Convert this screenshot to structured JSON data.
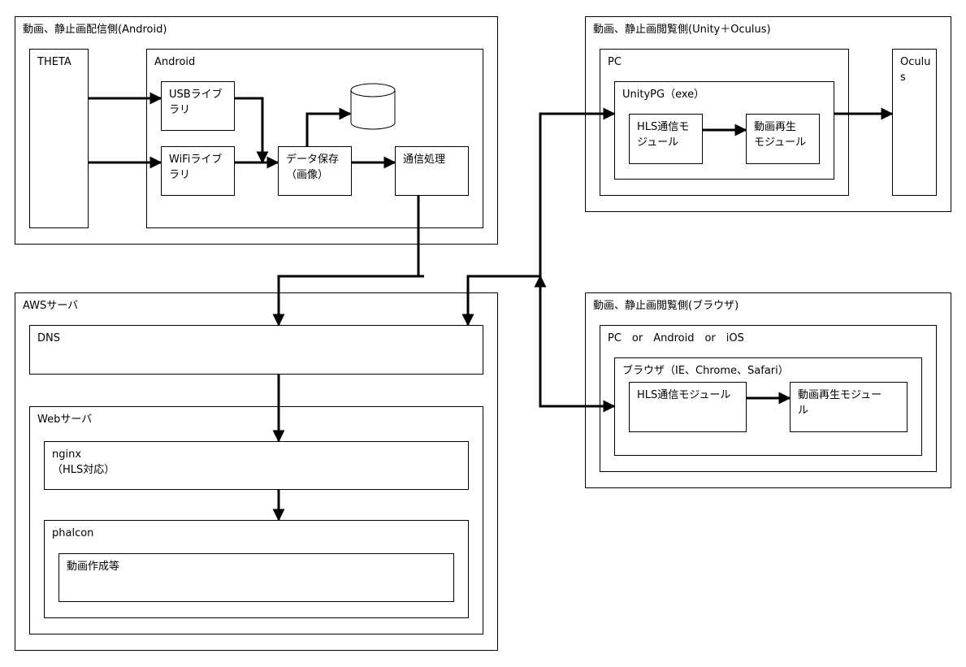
{
  "groups": {
    "android_side": {
      "title": "動画、静止画配信側(Android)",
      "theta": "THETA",
      "android": "Android",
      "usb_lib": "USBライブ\nラリ",
      "wifi_lib": "WiFiライブ\nラリ",
      "data_store": "データ保存\n（画像）",
      "comm": "通信処理"
    },
    "aws": {
      "title": "AWSサーバ",
      "dns": "DNS",
      "web": "Webサーバ",
      "nginx": "nginx\n（HLS対応）",
      "phalcon": "phalcon",
      "video_make": "動画作成等"
    },
    "unity_side": {
      "title": "動画、静止画閲覧側(Unity＋Oculus)",
      "pc": "PC",
      "unitypg": "UnityPG（exe）",
      "hls": "HLS通信モ\nジュール",
      "player": "動画再生\nモジュール",
      "oculus": "Oculu\ns"
    },
    "browser_side": {
      "title": "動画、静止画閲覧側(ブラウザ)",
      "platform": "PC　or　Android　or　iOS",
      "browser": "ブラウザ（IE、Chrome、Safari）",
      "hls": "HLS通信モジュール",
      "player": "動画再生モジュー\nル"
    }
  }
}
